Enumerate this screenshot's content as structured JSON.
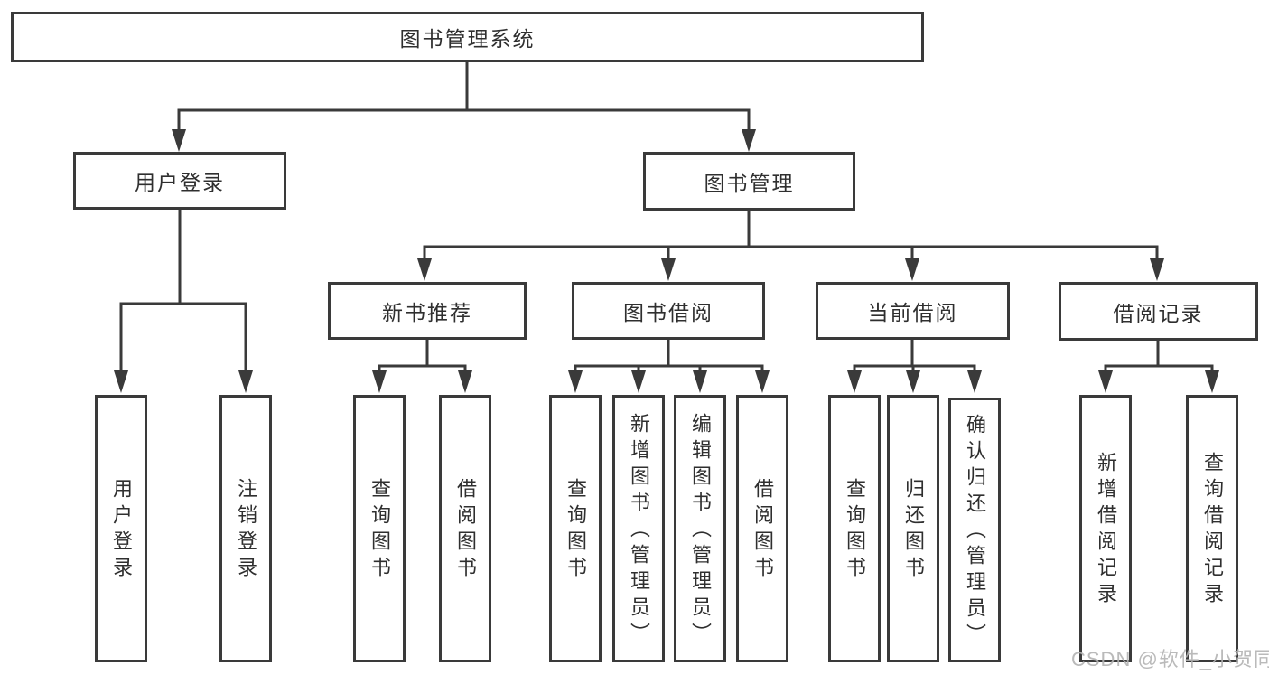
{
  "tree": {
    "label": "图书管理系统",
    "children": [
      {
        "label": "用户登录",
        "children": [
          {
            "label": "用户登录"
          },
          {
            "label": "注销登录"
          }
        ]
      },
      {
        "label": "图书管理",
        "children": [
          {
            "label": "新书推荐",
            "children": [
              {
                "label": "查询图书"
              },
              {
                "label": "借阅图书"
              }
            ]
          },
          {
            "label": "图书借阅",
            "children": [
              {
                "label": "查询图书"
              },
              {
                "label": "新增图书（管理员）"
              },
              {
                "label": "编辑图书（管理员）"
              },
              {
                "label": "借阅图书"
              }
            ]
          },
          {
            "label": "当前借阅",
            "children": [
              {
                "label": "查询图书"
              },
              {
                "label": "归还图书"
              },
              {
                "label": "确认归还（管理员）"
              }
            ]
          },
          {
            "label": "借阅记录",
            "children": [
              {
                "label": "新增借阅记录"
              },
              {
                "label": "查询借阅记录"
              }
            ]
          }
        ]
      }
    ]
  },
  "watermark": {
    "text": "CSDN @软件_小贺同学"
  },
  "colors": {
    "line": "#3a3a3a",
    "box_border": "#3a3a3a",
    "text": "#2f2f2f",
    "watermark": "#b2b2b2",
    "background": "#ffffff"
  }
}
